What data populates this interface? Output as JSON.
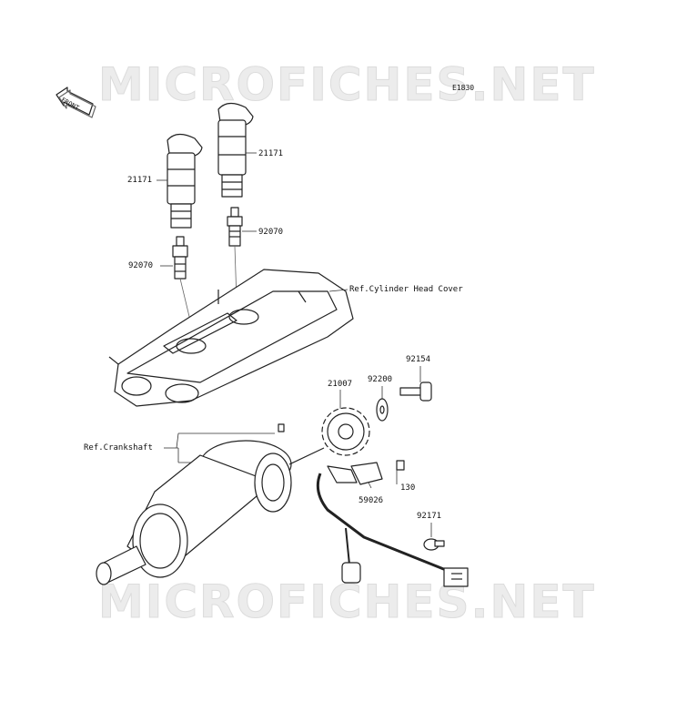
{
  "watermark": "MICROFICHES.NET",
  "diagram_code": "E1830",
  "front_label": "FRONT",
  "parts": {
    "coil_right": "21171",
    "coil_left": "21171",
    "plug_right": "92070",
    "plug_left": "92070",
    "cylinder_head_cover": "Ref.Cylinder Head Cover",
    "bolt": "92154",
    "washer": "92200",
    "rotor": "21007",
    "crankshaft": "Ref.Crankshaft",
    "sensor_bolt": "130",
    "pickup_sensor": "59026",
    "clamp": "92171"
  }
}
